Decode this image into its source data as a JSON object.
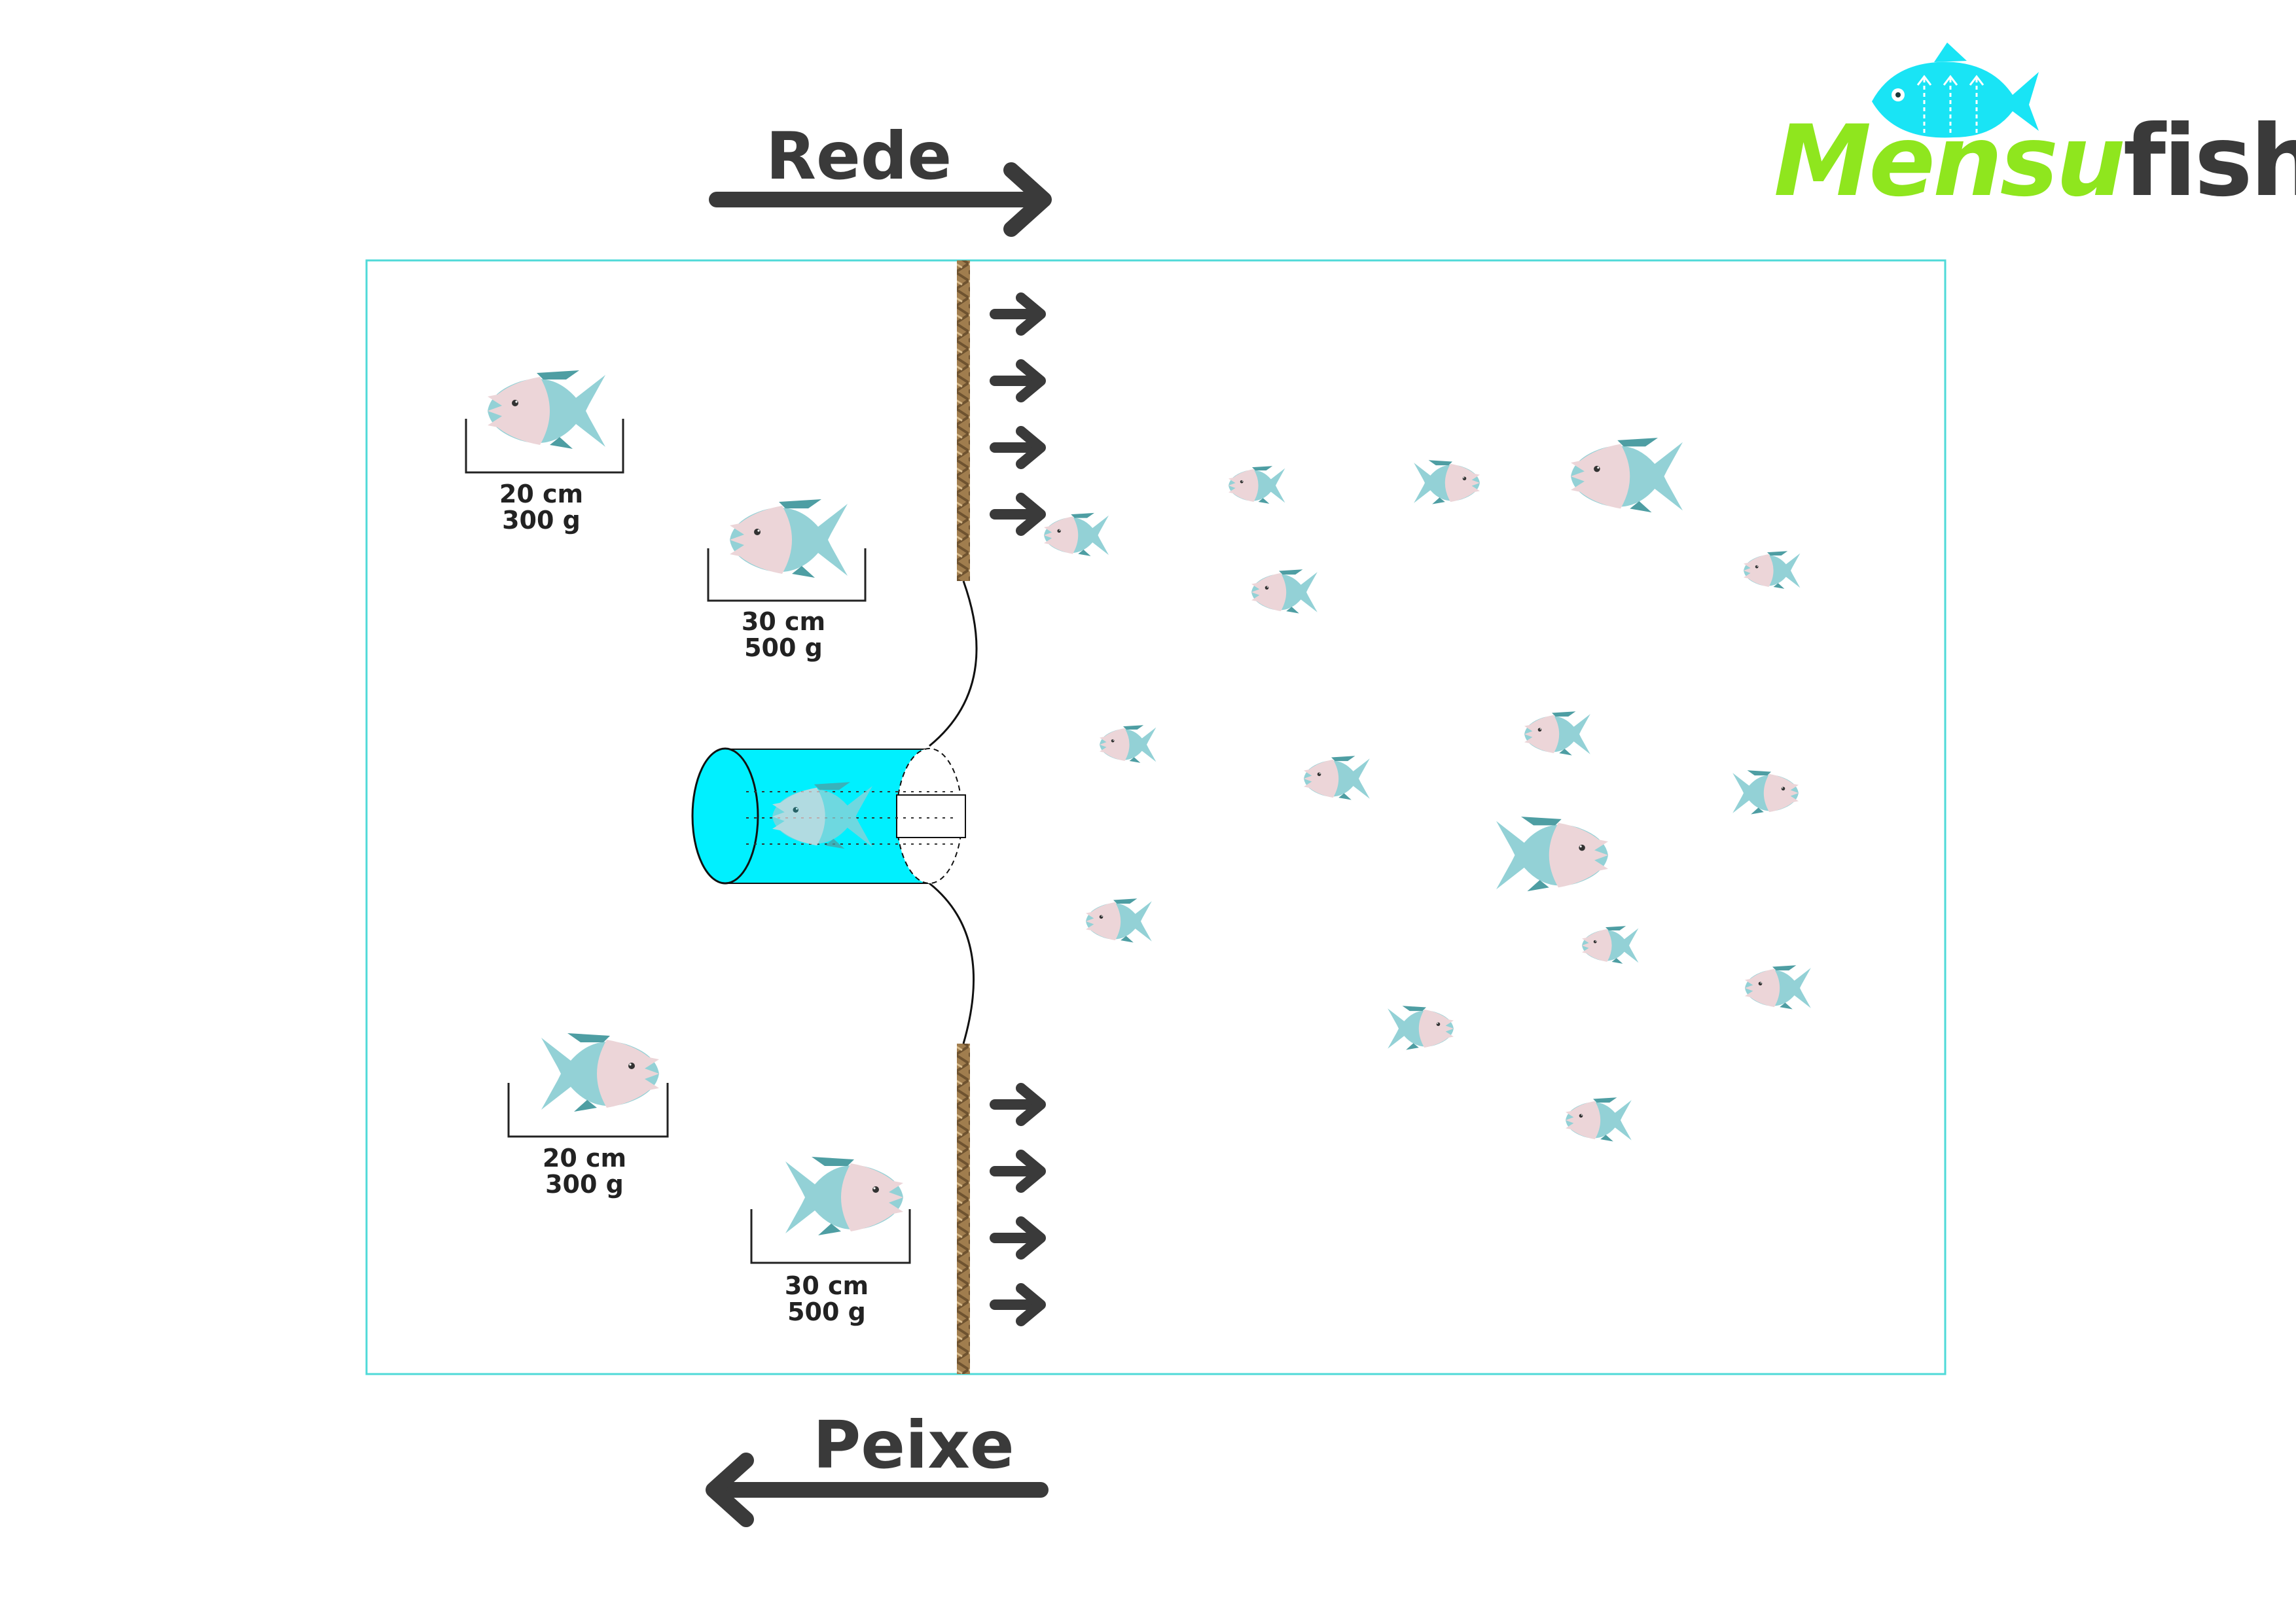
{
  "labels": {
    "net_direction": "Rede",
    "fish_direction": "Peixe"
  },
  "logo": {
    "part1": "Mensu",
    "part2": "fish",
    "part1_color": "#8fe61e",
    "part2_color": "#3a3a3a",
    "fish_color": "#19e4f5"
  },
  "measured_fish": [
    {
      "length": "20 cm",
      "weight": "300 g"
    },
    {
      "length": "30 cm",
      "weight": "500 g"
    },
    {
      "length": "20 cm",
      "weight": "300 g"
    },
    {
      "length": "30 cm",
      "weight": "500 g"
    }
  ],
  "colors": {
    "tank_border": "#4fdad8",
    "fish_body": "#93d1d6",
    "fish_head": "#ecd5d8",
    "fish_fin": "#4e9ea3",
    "arrow": "#3a3a3a",
    "rope": "#a07d4e",
    "trap": "#00f0ff"
  },
  "icons": [
    "fish-icon",
    "arrow-right-icon",
    "arrow-left-icon",
    "rope-icon",
    "fish-trap-icon"
  ]
}
